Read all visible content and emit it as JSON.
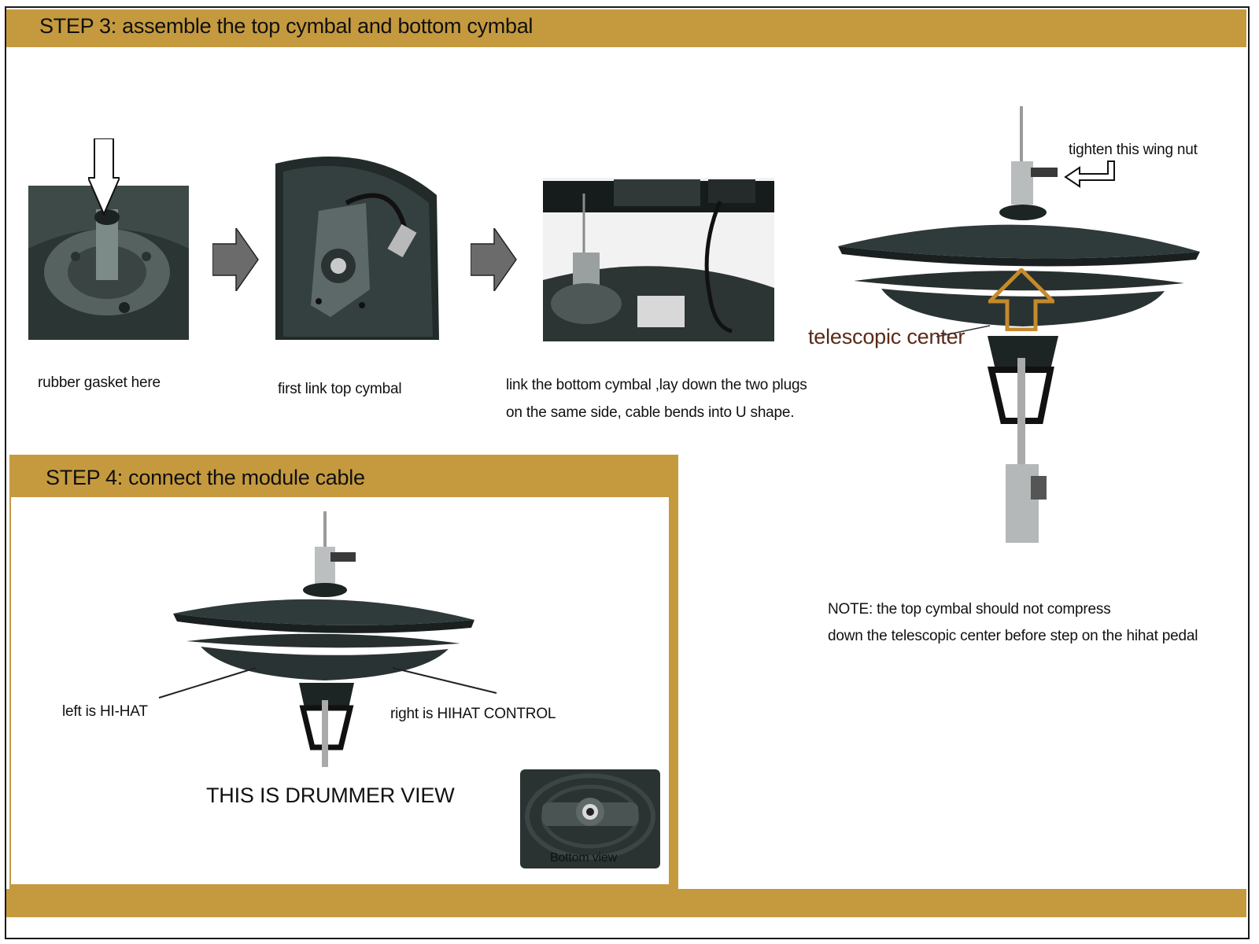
{
  "step3": {
    "title": "STEP 3: assemble the top cymbal and bottom cymbal",
    "captions": {
      "gasket": "rubber gasket here",
      "top_link": "first link top cymbal",
      "bottom_link_line1": "link the bottom cymbal ,lay down the two plugs",
      "bottom_link_line2": "on the same side,  cable bends into U shape.",
      "wing_nut": "tighten this wing nut",
      "telescopic": "telescopic center"
    },
    "note_line1": "NOTE: the top cymbal should not compress",
    "note_line2": "down the telescopic center before step on the hihat pedal"
  },
  "step4": {
    "title": "STEP 4:  connect the module cable",
    "left_label": "left is HI-HAT",
    "right_label": "right is HIHAT CONTROL",
    "view_label": "THIS IS DRUMMER VIEW",
    "inset_label": "Bottom view"
  },
  "colors": {
    "band": "#c59a3f",
    "cymbal": "#2f3a3a",
    "accent_text": "#5a2a18",
    "arrow_fill": "#6b6b6b"
  },
  "icons": [
    "down-arrow-icon",
    "right-arrow-icon",
    "up-arrow-icon",
    "return-arrow-icon"
  ]
}
